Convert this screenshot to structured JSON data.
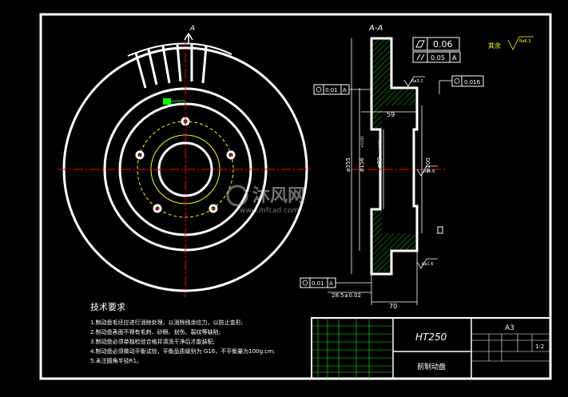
{
  "section_label": "A-A",
  "view_marker_letter": "A",
  "flatness": {
    "symbol": "flatness",
    "value": "0.06"
  },
  "parallelism": {
    "symbol": "parallel",
    "value": "0.05",
    "datum": "A"
  },
  "runout_top": {
    "value": "0.01",
    "datum": "A"
  },
  "runout_bottom": {
    "value": "0.01",
    "datum": "A"
  },
  "runout_right": {
    "value": "0.016"
  },
  "rest_surface": {
    "label": "其余",
    "roughness": "Ra6.3"
  },
  "roughness_top": "Ra3.2",
  "roughness_mid": "Ra1.6",
  "roughness_bottom": "Ra1.6",
  "dim_59": "59",
  "dim_70": "70",
  "dim_thickness": "28.5±0.02",
  "dim_d355": "ø355",
  "dim_d156": "ø156",
  "dim_d156_tol": "+0.025",
  "dim_d80": "ø80",
  "dim_d80_tol": "+0.02",
  "dim_d200": "ø200",
  "tech_req": {
    "title": "技术要求",
    "items": [
      "1.制动盘毛坯应进行消除处理，以消除残余应力，以防止变形;",
      "2.制动盘表面不得有毛刺、砂眼、划伤、裂纹等缺陷;",
      "3.制动盘必须单独检验合格并清洗干净后才能装配;",
      "4.制动盘必须做动平衡试验，平衡品质级别为 G16，不平衡量为100g.cm;",
      "5.未注圆角半径R1。"
    ]
  },
  "title_block": {
    "material": "HT250",
    "part_name": "前制动盘",
    "sheet_size": "A3",
    "scale": "1:2"
  },
  "watermark": {
    "brand": "沐风网",
    "url": "www.mfcad.com"
  }
}
